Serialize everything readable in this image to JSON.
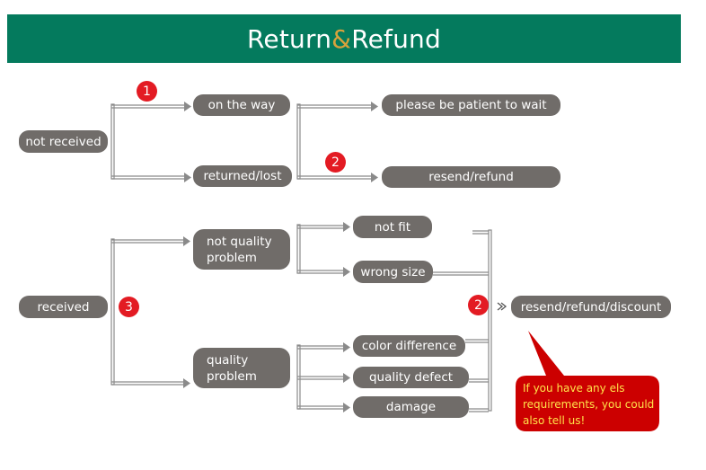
{
  "title": {
    "part1": "Return",
    "amp": "&",
    "part2": "Refund"
  },
  "nodes": {
    "not_received": "not received",
    "on_the_way": "on the way",
    "returned_lost": "returned/lost",
    "please_wait": "please be patient to wait",
    "resend_refund": "resend/refund",
    "received": "received",
    "not_quality_1": "not quality",
    "not_quality_2": "problem",
    "quality_1": "quality",
    "quality_2": "problem",
    "not_fit": "not fit",
    "wrong_size": "wrong size",
    "color_difference": "color difference",
    "quality_defect": "quality defect",
    "damage": "damage",
    "resend_refund_discount": "resend/refund/discount"
  },
  "badges": {
    "b1": "1",
    "b2a": "2",
    "b3": "3",
    "b2b": "2"
  },
  "callout": "If you have any els requirements, you could also tell us!",
  "colors": {
    "banner": "#047a5d",
    "amp": "#d8a23c",
    "pill": "#706c69",
    "badge": "#e31b23",
    "callout": "#cc0000",
    "callout_text": "#ffe24a"
  }
}
